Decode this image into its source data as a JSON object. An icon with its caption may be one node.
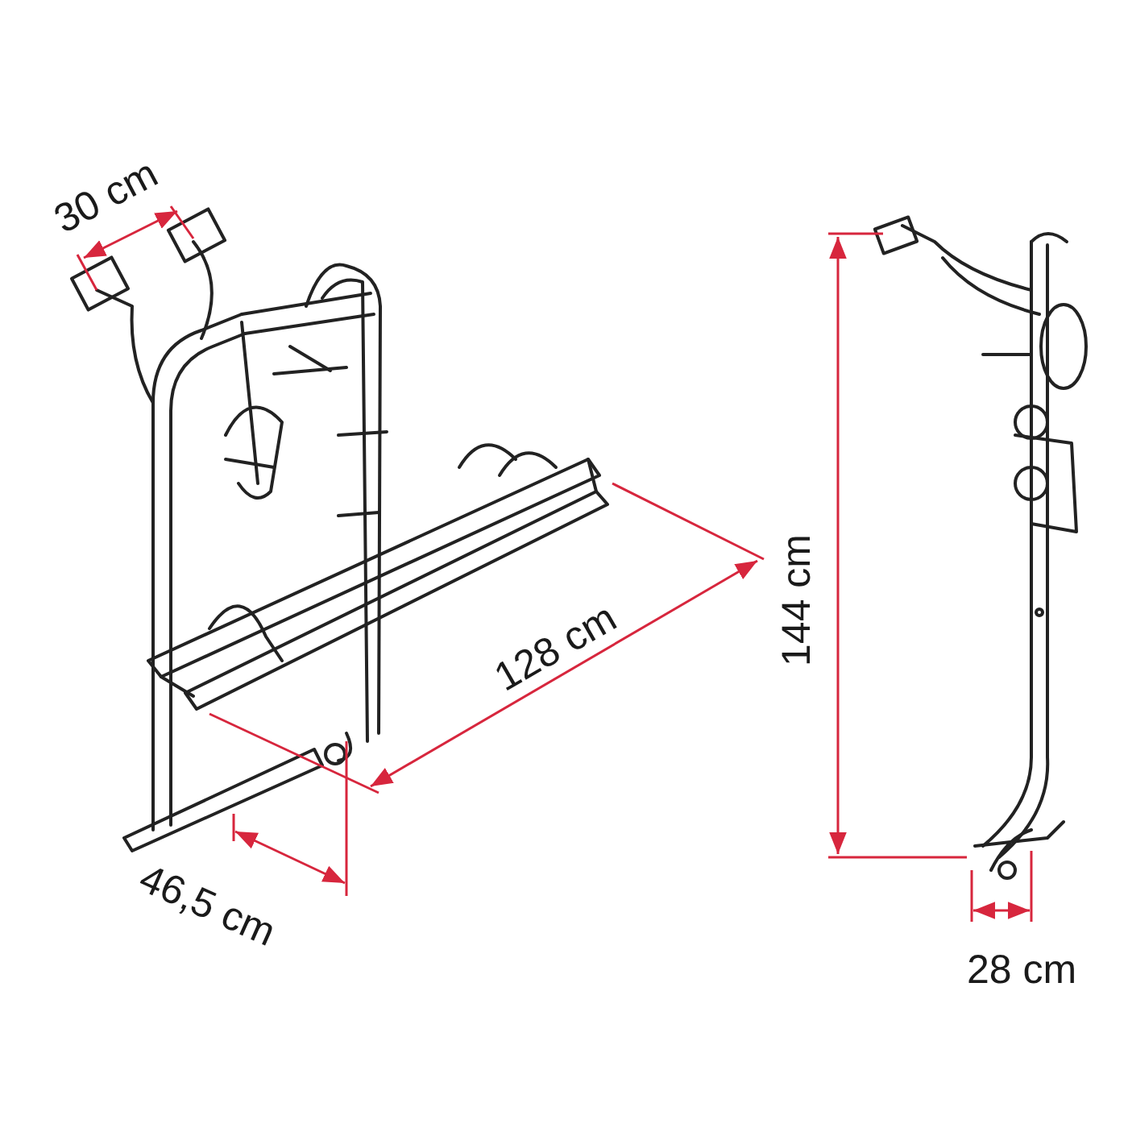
{
  "diagram": {
    "labels": [
      "30 cm",
      "128 cm",
      "144 cm",
      "46,5 cm",
      "28 cm"
    ]
  }
}
